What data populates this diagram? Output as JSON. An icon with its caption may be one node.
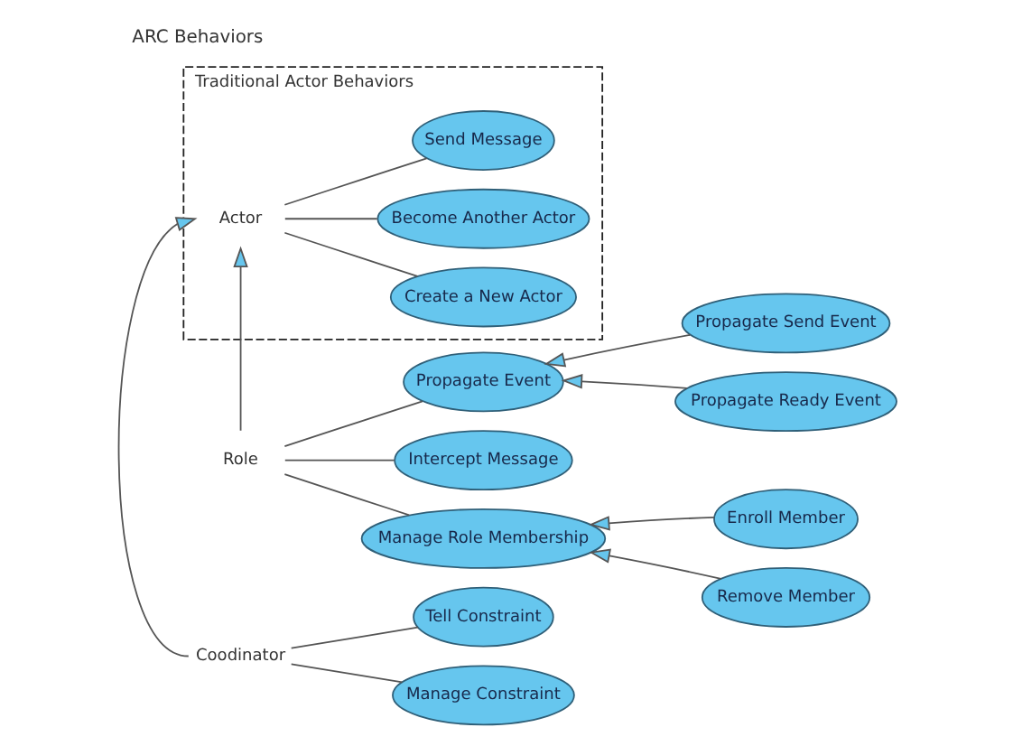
{
  "diagram": {
    "title": "ARC Behaviors",
    "nodes": [
      {
        "text": [
          "Traditional Actor Behaviors"
        ]
      },
      {
        "text": [
          "Actor"
        ],
        "in": 0
      },
      {
        "text": [
          "Send Message"
        ],
        "in": 0
      },
      {
        "text": [
          "Become Another Actor"
        ],
        "in": 0
      },
      {
        "text": [
          "Create a New Actor"
        ],
        "in": 0
      },
      {
        "text": [
          "Propagate Send Event"
        ]
      },
      {
        "text": [
          "Role"
        ]
      },
      {
        "text": [
          "Propagate Event"
        ]
      },
      {
        "text": [
          "Propagate Ready Event"
        ]
      },
      {
        "text": [
          "Intercept Message"
        ]
      },
      {
        "text": [
          "Enroll Member"
        ]
      },
      {
        "text": [
          "Manage Role Membership"
        ]
      },
      {
        "text": [
          "Remove Member"
        ]
      },
      {
        "text": [
          "Coodinator"
        ]
      },
      {
        "text": [
          "Tell Constraint"
        ]
      },
      {
        "text": [
          "Manage Constraint"
        ]
      }
    ],
    "edges": [
      {
        "from": 1,
        "to": 2,
        "arrow": "none"
      },
      {
        "from": 1,
        "to": 3,
        "arrow": "none"
      },
      {
        "from": 1,
        "to": 4,
        "arrow": "none"
      },
      {
        "from": 6,
        "to": 1,
        "arrow": "to"
      },
      {
        "from": 13,
        "to": 1,
        "arrow": "to"
      },
      {
        "from": 5,
        "to": 7,
        "arrow": "to"
      },
      {
        "from": 6,
        "to": 7,
        "arrow": "none"
      },
      {
        "from": 8,
        "to": 7,
        "arrow": "to"
      },
      {
        "from": 6,
        "to": 9,
        "arrow": "none"
      },
      {
        "from": 6,
        "to": 11,
        "arrow": "none"
      },
      {
        "from": 10,
        "to": 11,
        "arrow": "to"
      },
      {
        "from": 12,
        "to": 11,
        "arrow": "to"
      },
      {
        "from": 13,
        "to": 14,
        "arrow": "none"
      },
      {
        "from": 13,
        "to": 15,
        "arrow": "none"
      }
    ]
  }
}
